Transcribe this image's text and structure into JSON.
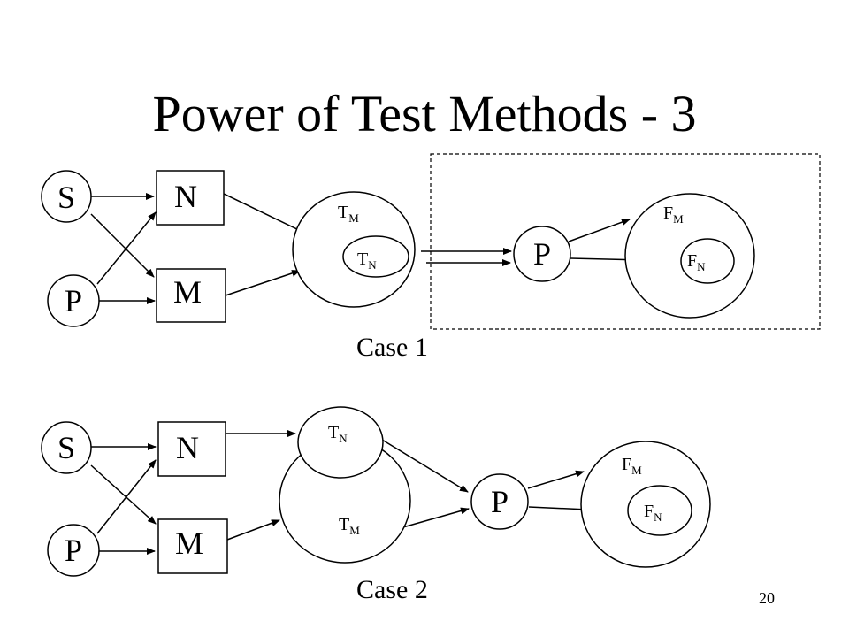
{
  "title": "Power of Test Methods - 3",
  "page_number": "20",
  "case1": {
    "label": "Case 1",
    "s_node": "S",
    "p_input_node": "P",
    "n_box": "N",
    "m_box": "M",
    "t_outer": {
      "base": "T",
      "sub": "M"
    },
    "t_inner": {
      "base": "T",
      "sub": "N"
    },
    "p_program_node": "P",
    "f_outer": {
      "base": "F",
      "sub": "M"
    },
    "f_inner": {
      "base": "F",
      "sub": "N"
    }
  },
  "case2": {
    "label": "Case 2",
    "s_node": "S",
    "p_input_node": "P",
    "n_box": "N",
    "m_box": "M",
    "t_small": {
      "base": "T",
      "sub": "N"
    },
    "t_large": {
      "base": "T",
      "sub": "M"
    },
    "p_program_node": "P",
    "f_outer": {
      "base": "F",
      "sub": "M"
    },
    "f_inner": {
      "base": "F",
      "sub": "N"
    }
  },
  "colors": {
    "foreground": "#000000",
    "background": "#ffffff"
  }
}
